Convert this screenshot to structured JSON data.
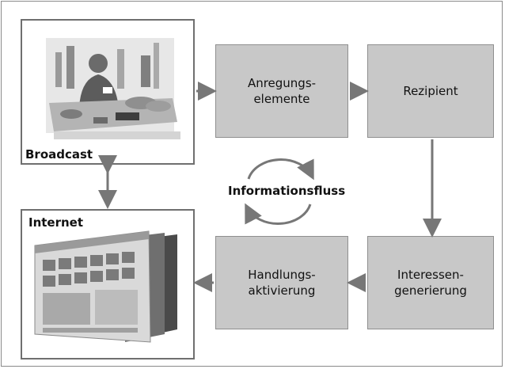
{
  "panels": {
    "broadcast": {
      "label": "Broadcast"
    },
    "internet": {
      "label": "Internet"
    }
  },
  "boxes": {
    "anregung": "Anregungs-\nelemente",
    "rezipient": "Rezipient",
    "interesse": "Interessen-\ngenerierung",
    "handlung": "Handlungs-\naktivierung"
  },
  "center": {
    "label": "Informationsfluss"
  },
  "colors": {
    "box_fill": "#c8c8c8",
    "arrow": "#777777",
    "panel_border": "#6f6f6f"
  }
}
